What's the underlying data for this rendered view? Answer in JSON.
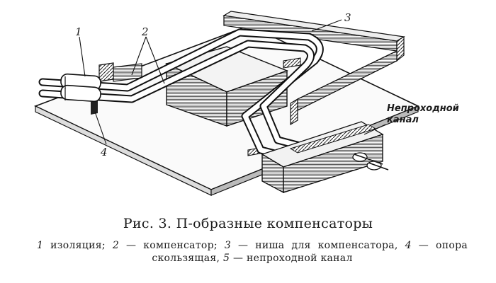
{
  "figure": {
    "callouts": {
      "c1": "1",
      "c2": "2",
      "c3": "3",
      "c4": "4",
      "channel": "Непроходной\nканал"
    },
    "caption": {
      "title": "Рис.   3. П-образные компенсаторы",
      "legend": [
        {
          "num": "1",
          "text": " изоляция; "
        },
        {
          "num": "2",
          "text": " — компенсатор; "
        },
        {
          "num": "3",
          "text": " — ниша для компенсатора, "
        },
        {
          "num": "4",
          "text": " — опора скользящая, "
        },
        {
          "num": "5",
          "text": " — непроходной канал"
        }
      ]
    }
  }
}
